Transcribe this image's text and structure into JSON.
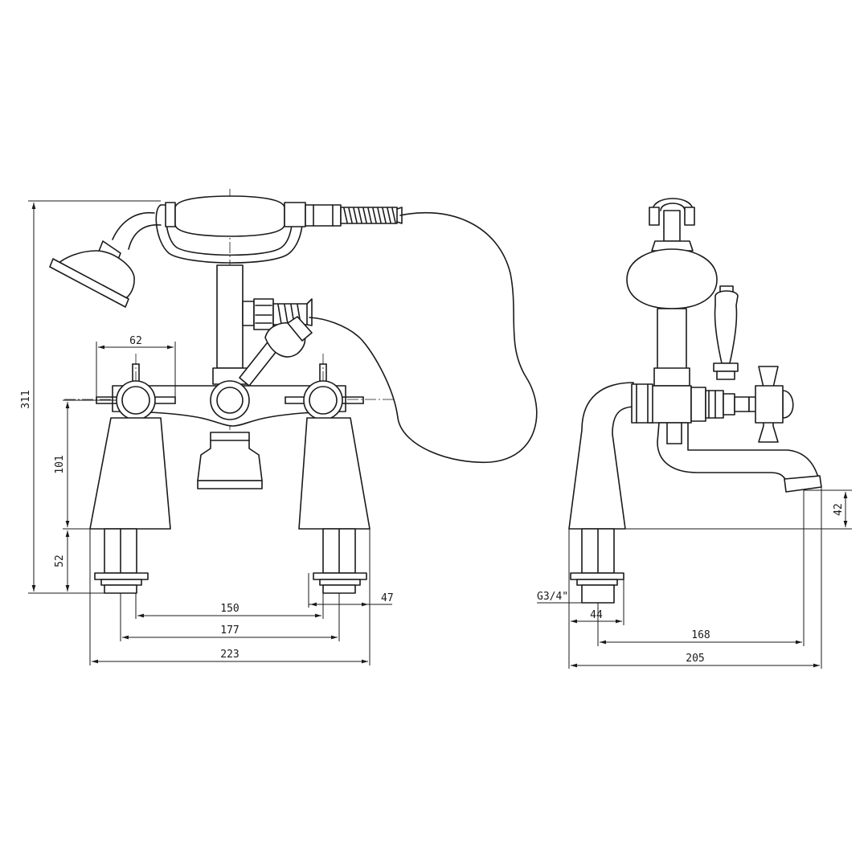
{
  "front_view": {
    "dimensions": {
      "height_total": "311",
      "handle_span": "62",
      "center_to_base": "101",
      "leg_height": "52",
      "tail_centres": "150",
      "leg_centres": "177",
      "overall_width": "223",
      "leg_width": "47"
    }
  },
  "side_view": {
    "dimensions": {
      "spout_height": "42",
      "thread": "G3/4\"",
      "leg_depth": "44",
      "spout_reach": "168",
      "overall_depth": "205"
    }
  },
  "colors": {
    "line": "#1a1a1a",
    "background": "#ffffff"
  }
}
